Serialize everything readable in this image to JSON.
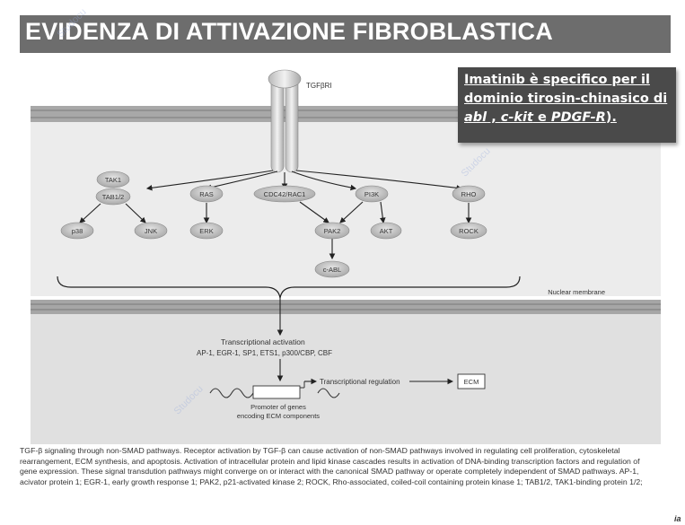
{
  "title": "EVIDENZA DI ATTIVAZIONE FIBROBLASTICA",
  "callout": {
    "line1": "Imatinib è specifico per il",
    "line2": "dominio tirosin-chinasico di",
    "line3_prefix": "abl",
    "line3_sep": " , ",
    "line3_kit": "c-kit",
    "line3_mid": " e ",
    "line3_pdgf": "PDGF-R",
    "line3_end": ")."
  },
  "diagram": {
    "receptor_label": "TGFβRI",
    "nodes": {
      "tak1": "TAK1",
      "tab12": "TAB1/2",
      "ras": "RAS",
      "cdc42": "CDC42/RAC1",
      "pi3k": "PI3K",
      "rho": "RHO",
      "p38": "p38",
      "jnk": "JNK",
      "erk": "ERK",
      "pak2": "PAK2",
      "akt": "AKT",
      "rock": "ROCK",
      "cabl": "c-ABL"
    },
    "nuclear_membrane": "Nuclear membrane",
    "transcription_title": "Transcriptional activation",
    "transcription_factors": "AP-1, EGR-1, SP1, ETS1, p300/CBP, CBF",
    "transcriptional_regulation": "Transcriptional regulation",
    "ecm": "ECM",
    "promoter_line1": "Promoter of genes",
    "promoter_line2": "encoding ECM components"
  },
  "caption": "TGF-β signaling through non-SMAD pathways. Receptor activation by TGF-β can cause activation of non-SMAD pathways involved in regulating cell proliferation, cytoskeletal rearrangement, ECM synthesis, and apoptosis. Activation of intracellular protein and lipid kinase cascades results in activation of DNA-binding transcription factors and regulation of gene expression. These signal transdution pathways might converge on or interact with the canonical SMAD pathway or operate completely independent of SMAD pathways. AP-1, acivator protein 1; EGR-1, early growth response 1; PAK2, p21-activated kinase 2; ROCK, Rho-associated, coiled-coil containing protein kinase 1; TAB1/2, TAK1-binding protein 1/2;",
  "side_mark": "ia",
  "watermarks": [
    "Studocu",
    "Studocu",
    "Studocu"
  ],
  "colors": {
    "title_bg": "#6d6d6d",
    "callout_bg": "#4a4a4a",
    "cytoplasm": "#ececec",
    "nucleus": "#e0e0e0",
    "node_fill": "#bdbdbd"
  }
}
